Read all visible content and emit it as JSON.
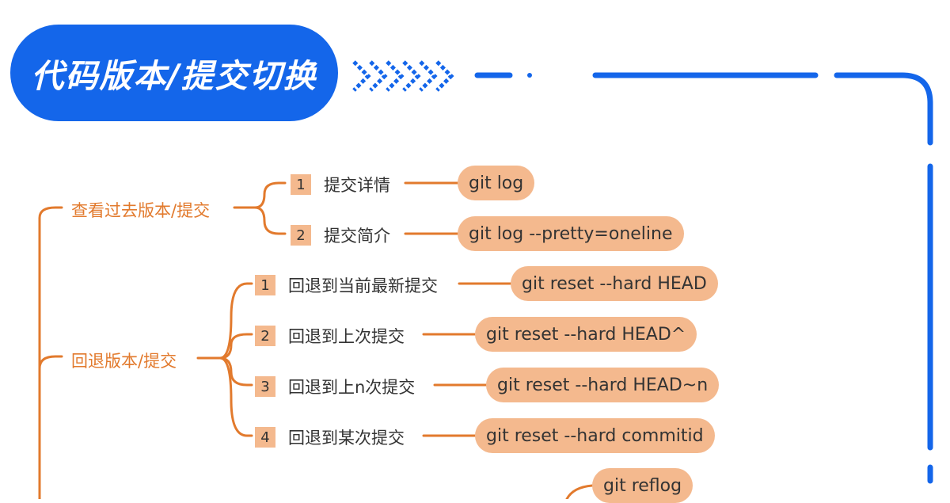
{
  "title": "代码版本/提交切换",
  "categories": [
    {
      "label": "查看过去版本/提交",
      "items": [
        {
          "num": "1",
          "label": "提交详情",
          "command": "git log"
        },
        {
          "num": "2",
          "label": "提交简介",
          "command": "git log --pretty=oneline"
        }
      ]
    },
    {
      "label": "回退版本/提交",
      "items": [
        {
          "num": "1",
          "label": "回退到当前最新提交",
          "command": "git reset --hard HEAD"
        },
        {
          "num": "2",
          "label": "回退到上次提交",
          "command": "git reset --hard HEAD^"
        },
        {
          "num": "3",
          "label": "回退到上n次提交",
          "command": "git reset --hard HEAD~n"
        },
        {
          "num": "4",
          "label": "回退到某次提交",
          "command": "git reset --hard commitid"
        }
      ]
    },
    {
      "items": [
        {
          "command": "git reflog"
        }
      ]
    }
  ],
  "colors": {
    "accent_blue": "#1466ea",
    "branch_orange": "#e27a2d",
    "node_fill": "#f4b98e",
    "text_dark": "#333333"
  }
}
